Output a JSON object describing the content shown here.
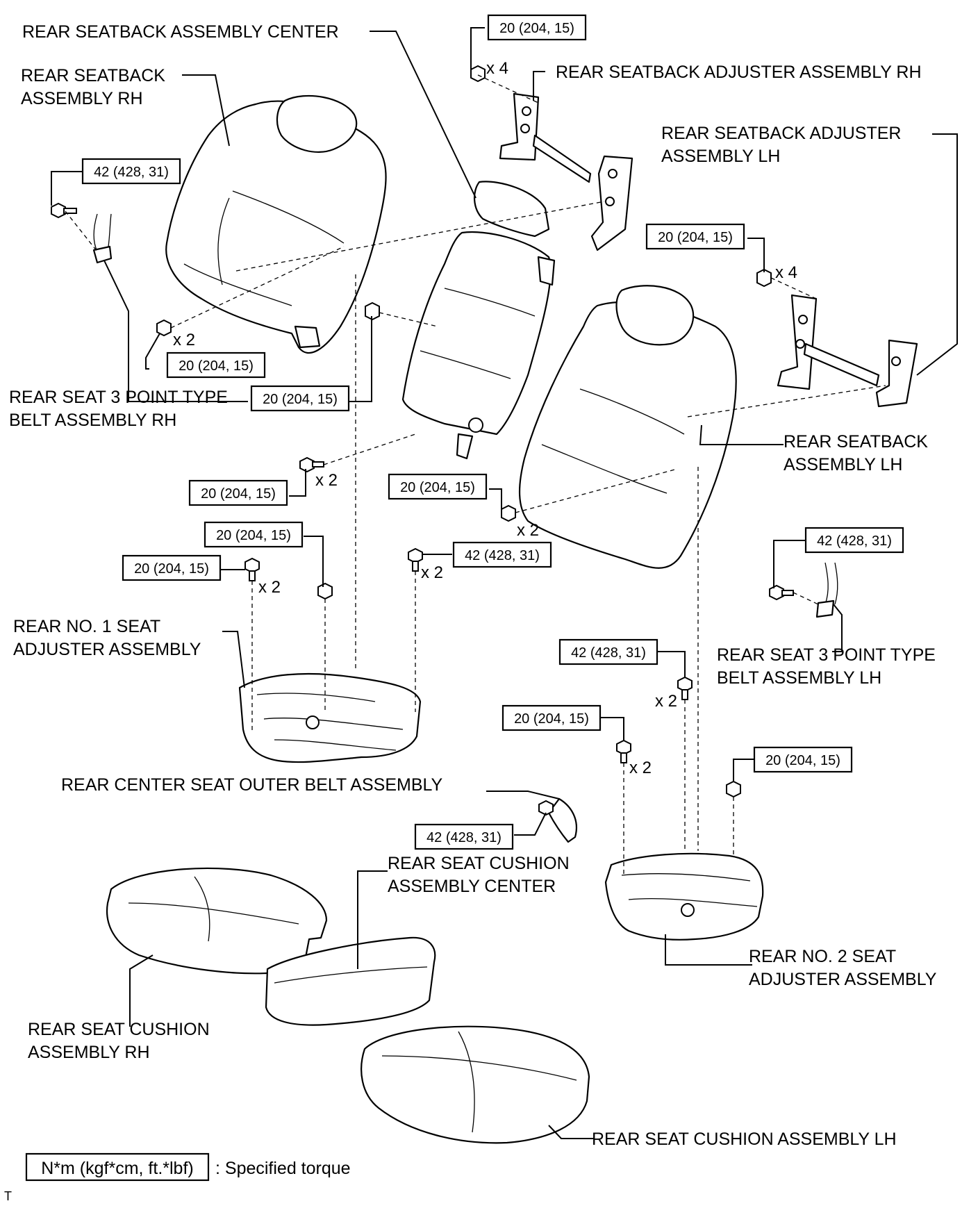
{
  "part_labels": {
    "seatback_center": "REAR SEATBACK ASSEMBLY CENTER",
    "seatback_rh_line1": "REAR SEATBACK",
    "seatback_rh_line2": "ASSEMBLY RH",
    "adjuster_rh": "REAR SEATBACK ADJUSTER ASSEMBLY RH",
    "adjuster_lh_line1": "REAR SEATBACK ADJUSTER",
    "adjuster_lh_line2": "ASSEMBLY LH",
    "belt_rh_line1": "REAR SEAT 3 POINT TYPE",
    "belt_rh_line2": "BELT ASSEMBLY RH",
    "seatback_lh_line1": "REAR SEATBACK",
    "seatback_lh_line2": "ASSEMBLY LH",
    "seat_adj1_line1": "REAR NO. 1 SEAT",
    "seat_adj1_line2": "ADJUSTER ASSEMBLY",
    "belt_lh_line1": "REAR SEAT 3 POINT TYPE",
    "belt_lh_line2": "BELT ASSEMBLY LH",
    "center_outer_belt": "REAR CENTER SEAT OUTER BELT ASSEMBLY",
    "cushion_center_line1": "REAR SEAT CUSHION",
    "cushion_center_line2": "ASSEMBLY CENTER",
    "seat_adj2_line1": "REAR NO. 2 SEAT",
    "seat_adj2_line2": "ADJUSTER ASSEMBLY",
    "cushion_rh_line1": "REAR SEAT CUSHION",
    "cushion_rh_line2": "ASSEMBLY RH",
    "cushion_lh": "REAR SEAT CUSHION ASSEMBLY LH"
  },
  "torque_specs": {
    "t_adj_rh_top": "20 (204, 15)",
    "t_belt_rh": "42 (428, 31)",
    "t_adj_lh": "20 (204, 15)",
    "t_seatback_rh_nut": "20 (204, 15)",
    "t_center_nut": "20 (204, 15)",
    "t_center_bolt": "20 (204, 15)",
    "t_lh_nut": "20 (204, 15)",
    "t_adj1_nut": "20 (204, 15)",
    "t_adj1_bolt": "20 (204, 15)",
    "t_adj1_right": "42 (428, 31)",
    "t_belt_lh": "42 (428, 31)",
    "t_adj2_bolt": "42 (428, 31)",
    "t_adj2_bolt2": "20 (204, 15)",
    "t_adj2_nut": "20 (204, 15)",
    "t_center_belt": "42 (428, 31)"
  },
  "quantities": {
    "q_adj_rh": "x 4",
    "q_adj_lh": "x 4",
    "q_seatback_rh": "x 2",
    "q_center_bolt": "x 2",
    "q_lh_nut": "x 2",
    "q_adj1_left": "x 2",
    "q_adj1_right": "x 2",
    "q_adj2_bolt": "x 2",
    "q_adj2_bolt2": "x 2"
  },
  "legend": {
    "box_text": "N*m (kgf*cm, ft.*lbf)",
    "description": ": Specified torque"
  },
  "footer_mark": "T"
}
